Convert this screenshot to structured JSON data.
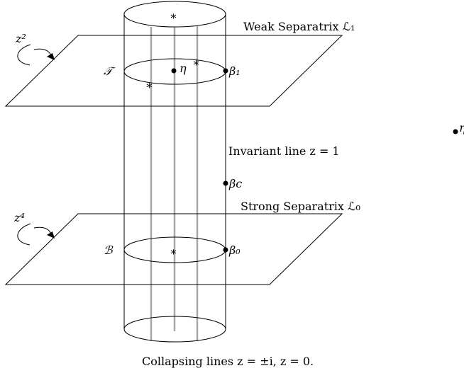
{
  "labels": {
    "weak_separatrix": "Weak Separatrix ℒ₁",
    "strong_separatrix": "Strong Separatrix ℒ₀",
    "invariant_line": "Invariant line z = 1",
    "collapsing_lines": "Collapsing lines z = ±i, z = 0.",
    "top_rotation": "z²",
    "bottom_rotation": "z⁴",
    "T": "𝒯",
    "B": "ℬ",
    "eta": "η",
    "eta_prime": "η'",
    "beta1": "β₁",
    "betac": "βc",
    "beta0": "β₀",
    "star": "∗"
  }
}
